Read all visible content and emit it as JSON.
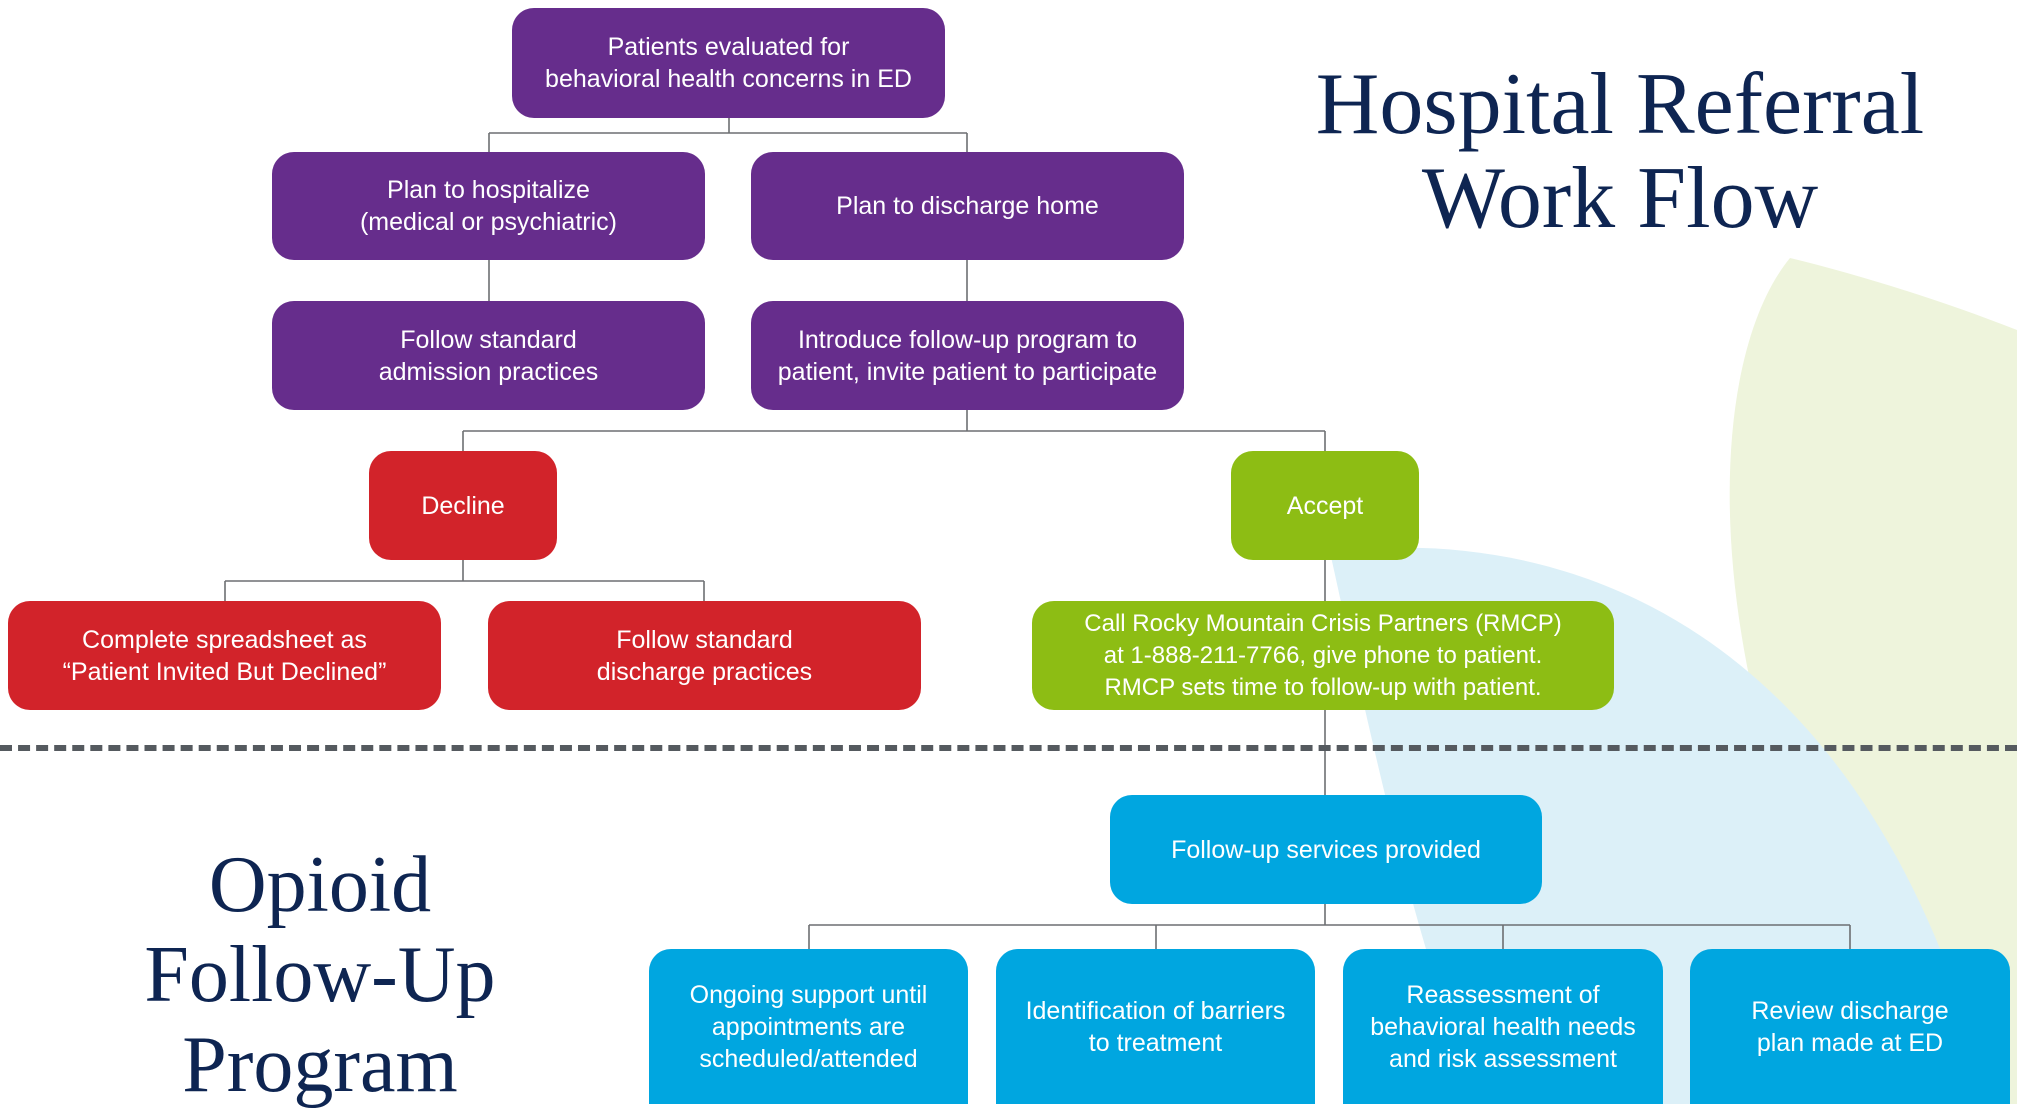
{
  "title_top": "Hospital Referral\nWork Flow",
  "title_bottom": "Opioid\nFollow-Up\nProgram",
  "colors": {
    "purple": "#662d8c",
    "red": "#d2232a",
    "green": "#8dbd14",
    "blue": "#00a6e0",
    "title": "#0e2552",
    "divider": "#555a5f"
  },
  "nodes": {
    "evaluated": "Patients evaluated for\nbehavioral health concerns in ED",
    "hospitalize": "Plan to hospitalize\n(medical or psychiatric)",
    "discharge_home": "Plan to discharge home",
    "admission": "Follow standard\nadmission practices",
    "introduce": "Introduce follow-up program to\npatient, invite patient to participate",
    "decline": "Decline",
    "accept": "Accept",
    "spreadsheet": "Complete spreadsheet as\n“Patient Invited But Declined”",
    "discharge_practices": "Follow standard\ndischarge practices",
    "call_rmcp": "Call Rocky Mountain Crisis Partners (RMCP)\nat 1-888-211-7766, give phone to patient.\nRMCP sets time to follow-up with patient.",
    "followup_services": "Follow-up services provided",
    "ongoing_support": "Ongoing support until\nappointments are\nscheduled/attended",
    "barriers": "Identification of barriers\nto treatment",
    "reassessment": "Reassessment of\nbehavioral health needs\nand risk assessment",
    "review_plan": "Review discharge\nplan made at ED"
  }
}
